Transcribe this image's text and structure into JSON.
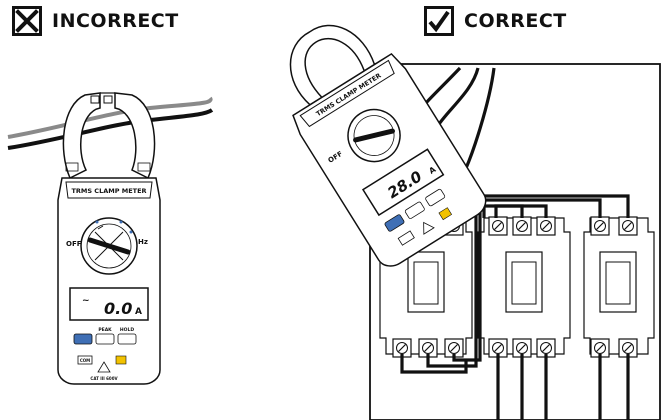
{
  "headers": {
    "incorrect": {
      "label": "INCORRECT",
      "icon": "x-mark-icon"
    },
    "correct": {
      "label": "CORRECT",
      "icon": "check-mark-icon"
    }
  },
  "meter_left": {
    "model_label": "TRMS CLAMP METER",
    "display_value": "0.0",
    "display_unit": "A",
    "display_symbol": "~",
    "off_label": "OFF",
    "hz_label": "Hz",
    "buttons": [
      "PEAK",
      "HOLD"
    ],
    "com_label": "COM",
    "cat_label": "CAT III 600V"
  },
  "meter_right": {
    "model_label": "TRMS CLAMP METER",
    "display_value": "28.0",
    "display_unit": "A",
    "off_label": "OFF"
  },
  "breakers": {
    "count": 3,
    "terminals_per_breaker": [
      3,
      3,
      2
    ]
  },
  "colors": {
    "line": "#111111",
    "accent_blue": "#3f6fb5",
    "accent_yellow": "#f2c200",
    "cable_grey": "#8a8a8a"
  }
}
